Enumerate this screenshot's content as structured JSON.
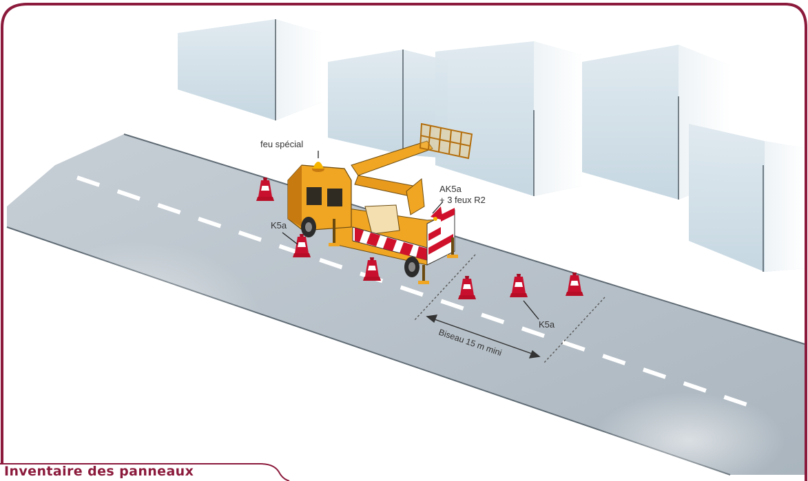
{
  "figure": {
    "colors": {
      "frame": "#8b1a3c",
      "road": "#b9c3cb",
      "road_edge": "#6f7a82",
      "lane_marking": "#ffffff",
      "building_front": "#cfdde6",
      "building_side": "#e6eef3",
      "truck_body": "#f0a623",
      "truck_dark": "#c77a10",
      "cone_red": "#c8102e",
      "barrier_red": "#d0112b",
      "annotation_text": "#333333"
    },
    "labels": {
      "special_light": "feu spécial",
      "ak5a_line1": "AK5a",
      "ak5a_line2": "+ 3 feux R2",
      "k5a_left": "K5a",
      "k5a_right": "K5a",
      "taper": "Biseau 15 m mini"
    },
    "footer": {
      "title": "Inventaire des panneaux"
    }
  }
}
